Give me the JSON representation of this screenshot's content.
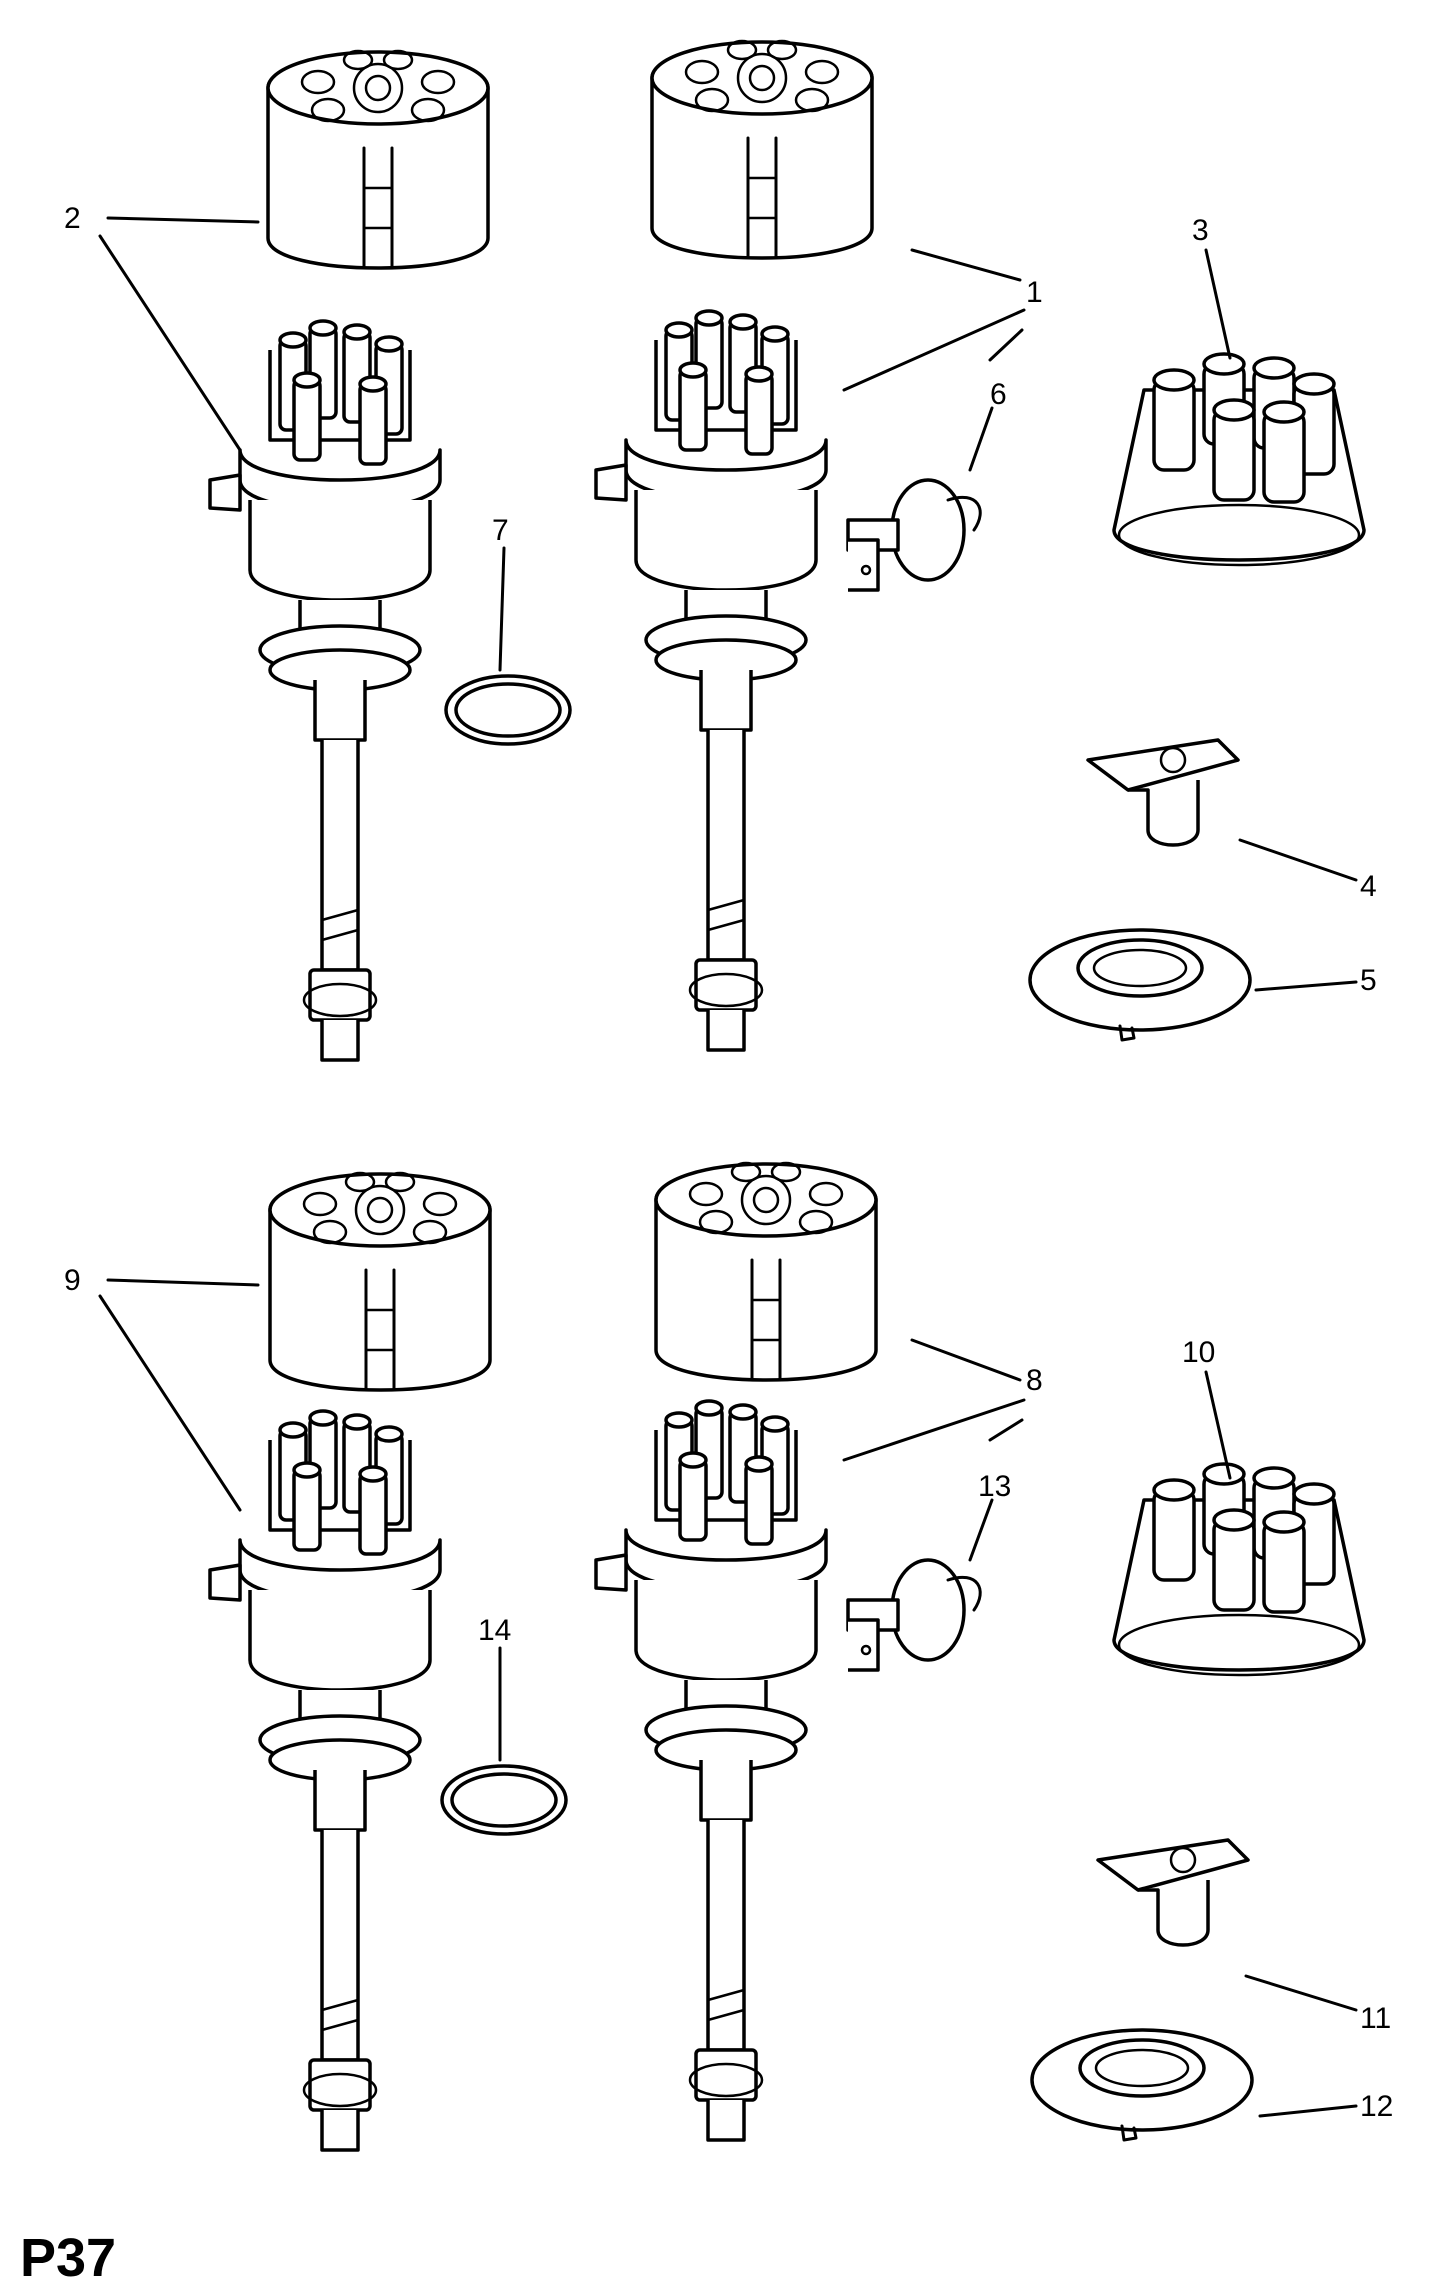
{
  "page_code": "P37",
  "callouts": [
    "1",
    "2",
    "3",
    "4",
    "5",
    "6",
    "7",
    "8",
    "9",
    "10",
    "11",
    "12",
    "13",
    "14"
  ]
}
